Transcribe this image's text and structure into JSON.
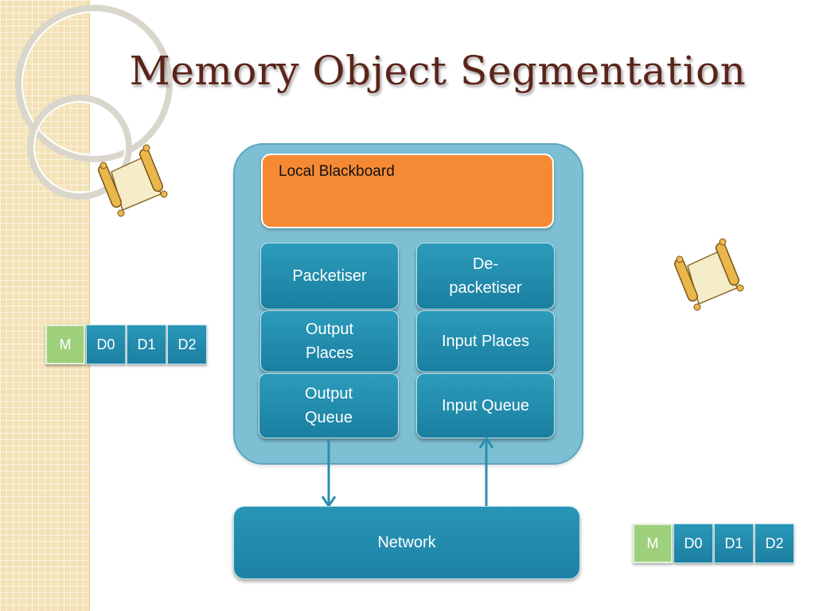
{
  "title": "Memory Object Segmentation",
  "blackboard_label": "Local Blackboard",
  "boxes": {
    "packetiser": "Packetiser",
    "depacketiser_line1": "De-",
    "depacketiser_line2": "packetiser",
    "output_places_line1": "Output",
    "output_places_line2": "Places",
    "input_places": "Input Places",
    "output_queue_line1": "Output",
    "output_queue_line2": "Queue",
    "input_queue": "Input Queue"
  },
  "network_label": "Network",
  "segments_left": [
    "M",
    "D0",
    "D1",
    "D2"
  ],
  "segments_right": [
    "M",
    "D0",
    "D1",
    "D2"
  ],
  "colors": {
    "title": "#5b2419",
    "container": "#7ec0d3",
    "blackboard": "#f68a34",
    "box": "#2290b2",
    "header_segment": "#9ed07c"
  },
  "icons": [
    "scroll-icon",
    "scroll-icon"
  ]
}
